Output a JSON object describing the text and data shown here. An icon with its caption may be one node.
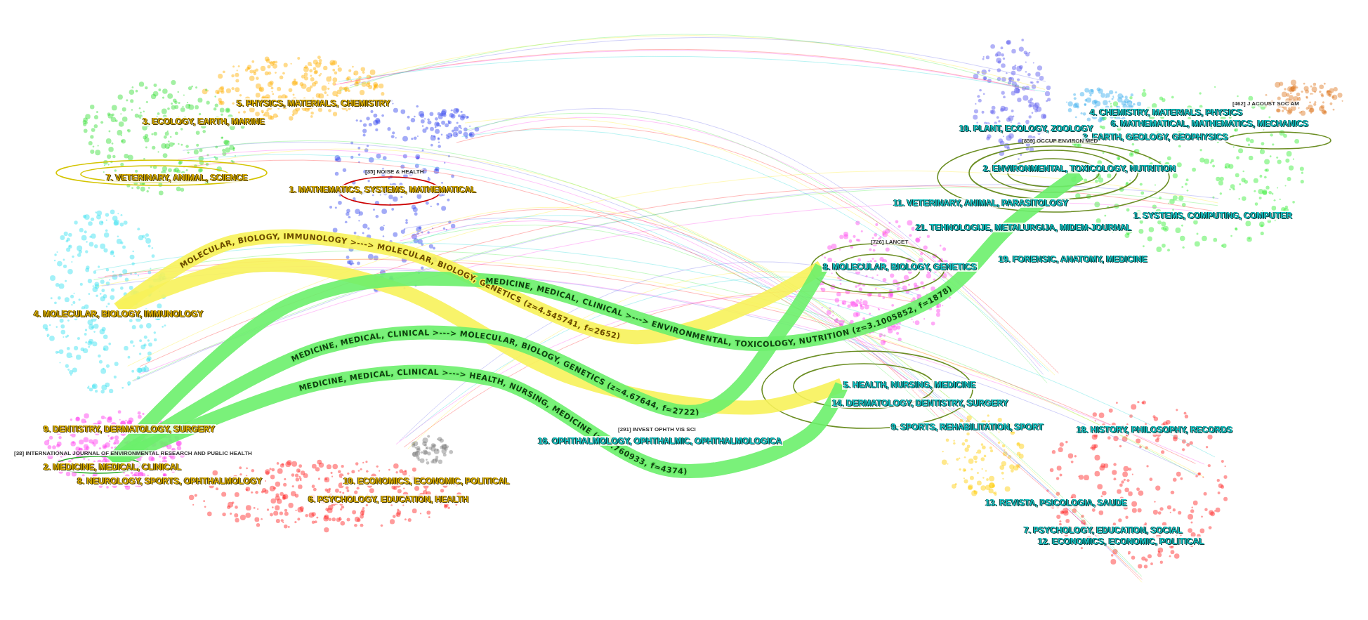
{
  "diagram": {
    "nodes": [
      {
        "text": [
          "5. PHYSICS, MATERIALS, CHEMISTRY"
        ]
      },
      {
        "text": [
          "3. ECOLOGY, EARTH, MARINE"
        ]
      },
      {
        "text": [
          "7. VETERINARY, ANIMAL, SCIENCE"
        ]
      },
      {
        "text": [
          "1. MATHEMATICS, SYSTEMS, MATHEMATICAL"
        ]
      },
      {
        "text": [
          "4. MOLECULAR, BIOLOGY, IMMUNOLOGY"
        ]
      },
      {
        "text": [
          "9. DENTISTRY, DERMATOLOGY, SURGERY"
        ]
      },
      {
        "text": [
          "2. MEDICINE, MEDICAL, CLINICAL"
        ]
      },
      {
        "text": [
          "8. NEUROLOGY, SPORTS, OPHTHALMOLOGY"
        ]
      },
      {
        "text": [
          "10. ECONOMICS, ECONOMIC, POLITICAL"
        ]
      },
      {
        "text": [
          "6. PSYCHOLOGY, EDUCATION, HEALTH"
        ]
      },
      {
        "text": [
          "4. CHEMISTRY, MATERIALS, PHYSICS"
        ]
      },
      {
        "text": [
          "6. MATHEMATICAL, MATHEMATICS, MECHANICS"
        ]
      },
      {
        "text": [
          "10. PLANT, ECOLOGY, ZOOLOGY"
        ]
      },
      {
        "text": [
          "3. EARTH, GEOLOGY, GEOPHYSICS"
        ]
      },
      {
        "text": [
          "2. ENVIRONMENTAL, TOXICOLOGY, NUTRITION"
        ]
      },
      {
        "text": [
          "11. VETERINARY, ANIMAL, PARASITOLOGY"
        ]
      },
      {
        "text": [
          "1. SYSTEMS, COMPUTING, COMPUTER"
        ]
      },
      {
        "text": [
          "21. TEHNOLOGIJE, METALURGIJA, MIDEM-JOURNAL"
        ]
      },
      {
        "text": [
          "19. FORENSIC, ANATOMY, MEDICINE"
        ]
      },
      {
        "text": [
          "8. MOLECULAR, BIOLOGY, GENETICS"
        ]
      },
      {
        "text": [
          "5. HEALTH, NURSING, MEDICINE"
        ]
      },
      {
        "text": [
          "14. DERMATOLOGY, DENTISTRY, SURGERY"
        ]
      },
      {
        "text": [
          "9. SPORTS, REHABILITATION, SPORT"
        ]
      },
      {
        "text": [
          "16. OPHTHALMOLOGY, OPHTHALMIC, OPHTHALMOLOGICA"
        ]
      },
      {
        "text": [
          "18. HISTORY, PHILOSOPHY, RECORDS"
        ]
      },
      {
        "text": [
          "13. REVISTA, PSICOLOGIA, SAUDE"
        ]
      },
      {
        "text": [
          "7. PSYCHOLOGY, EDUCATION, SOCIAL"
        ]
      },
      {
        "text": [
          "12. ECONOMICS, ECONOMIC, POLITICAL"
        ]
      }
    ],
    "edges": [
      {
        "from": 4,
        "to": 19,
        "arrow": "none",
        "color": "#f7f25a",
        "label": "MOLECULAR, BIOLOGY, IMMUNOLOGY >---> MOLECULAR, BIOLOGY, GENETICS (z=4.545741, f=2652)"
      },
      {
        "from": 4,
        "to": 20,
        "arrow": "none",
        "color": "#f7f25a"
      },
      {
        "from": 6,
        "to": 14,
        "arrow": "none",
        "label": "MEDICINE, MEDICAL, CLINICAL >---> ENVIRONMENTAL, TOXICOLOGY, NUTRITION (z=3.1005852, f=1878)"
      },
      {
        "from": 6,
        "to": 19,
        "arrow": "none",
        "label": "MEDICINE, MEDICAL, CLINICAL >---> MOLECULAR, BIOLOGY, GENETICS (z=4.67644, f=2722)"
      },
      {
        "from": 6,
        "to": 20,
        "arrow": "none",
        "label": "MEDICINE, MEDICAL, CLINICAL >---> HEALTH, NURSING, MEDICINE (z=7.760933, f=4374)"
      }
    ],
    "labels": [
      "[35] NOISE & HEALTH",
      "[38] INTERNATIONAL JOURNAL OF ENVIRONMENTAL RESEARCH AND PUBLIC HEALTH",
      "[462] J ACOUST SOC AM",
      "[859] OCCUP ENVIRON MED",
      "[726] LANCET",
      "[291] INVEST OPHTH VIS SCI"
    ]
  }
}
